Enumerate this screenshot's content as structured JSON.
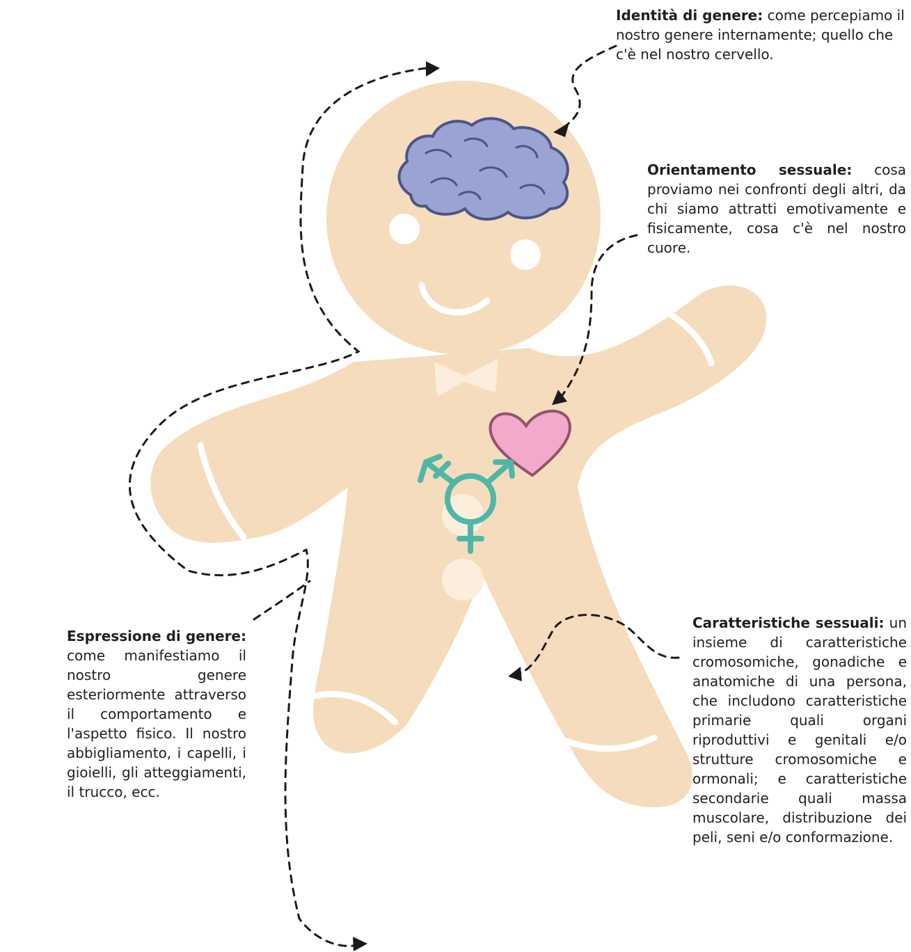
{
  "annotations": {
    "gender_identity": {
      "term": "Identità di genere:",
      "text": "come percepiamo il nostro genere internamente; quello che c'è nel nostro cervello."
    },
    "sexual_orientation": {
      "term": "Orientamento sessuale:",
      "text": "cosa proviamo nei confronti degli altri, da chi siamo attratti emotivamente e fisicamente, cosa c'è nel nostro cuore."
    },
    "gender_expression": {
      "term": "Espressione di genere:",
      "text": "come manifestiamo il nostro genere esteriormente attraverso il comportamento e l'aspetto fisico. Il nostro abbigliamento, i capelli, i gioielli, gli atteggiamenti, il trucco, ecc."
    },
    "sex_characteristics": {
      "term": "Caratteristiche sessuali:",
      "text": "un insieme di caratteristiche cromosomiche, gonadiche e anatomiche di una persona, che includono caratteristiche primarie quali organi riproduttivi e genitali e/o strutture cromosomiche e ormonali; e caratteristiche secondarie quali massa muscolare, distribuzione dei peli, seni e/o conformazione."
    }
  },
  "icons": {
    "brain": "brain-icon",
    "heart": "heart-icon",
    "symbol": "transgender-symbol-icon"
  },
  "colors": {
    "cookie": "#f5dcbc",
    "icing": "#ffffff",
    "bowtie": "#fbeedd",
    "button": "#fbeedd",
    "brain": "#9ba3d3",
    "brain_outline": "#4b5586",
    "heart": "#f2a9cb",
    "heart_outline": "#94526e",
    "symbol": "#4fb7a8",
    "arrows": "#1a1a1a"
  }
}
